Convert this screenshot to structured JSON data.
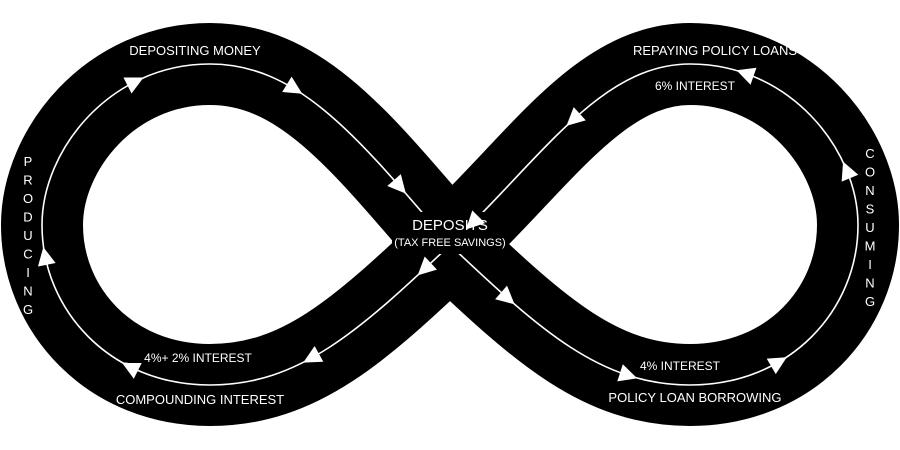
{
  "colors": {
    "band": "#000000",
    "text": "#ffffff",
    "background": "#ffffff",
    "flow_line": "#ffffff"
  },
  "center": {
    "title": "DEPOSITS",
    "subtitle": "(TAX FREE SAVINGS)"
  },
  "left_lobe": {
    "top_label": "DEPOSITING MONEY",
    "side_label": "PRODUCING",
    "bottom_inner_label": "4%+ 2% INTEREST",
    "bottom_label": "COMPOUNDING INTEREST"
  },
  "right_lobe": {
    "top_label": "REPAYING POLICY LOANS",
    "top_inner_label": "6% INTEREST",
    "side_label": "CONSUMING",
    "bottom_inner_label": "4% INTEREST",
    "bottom_label": "POLICY LOAN BORROWING"
  },
  "icons": {
    "flow_arrow": "arrowhead-triangle"
  }
}
